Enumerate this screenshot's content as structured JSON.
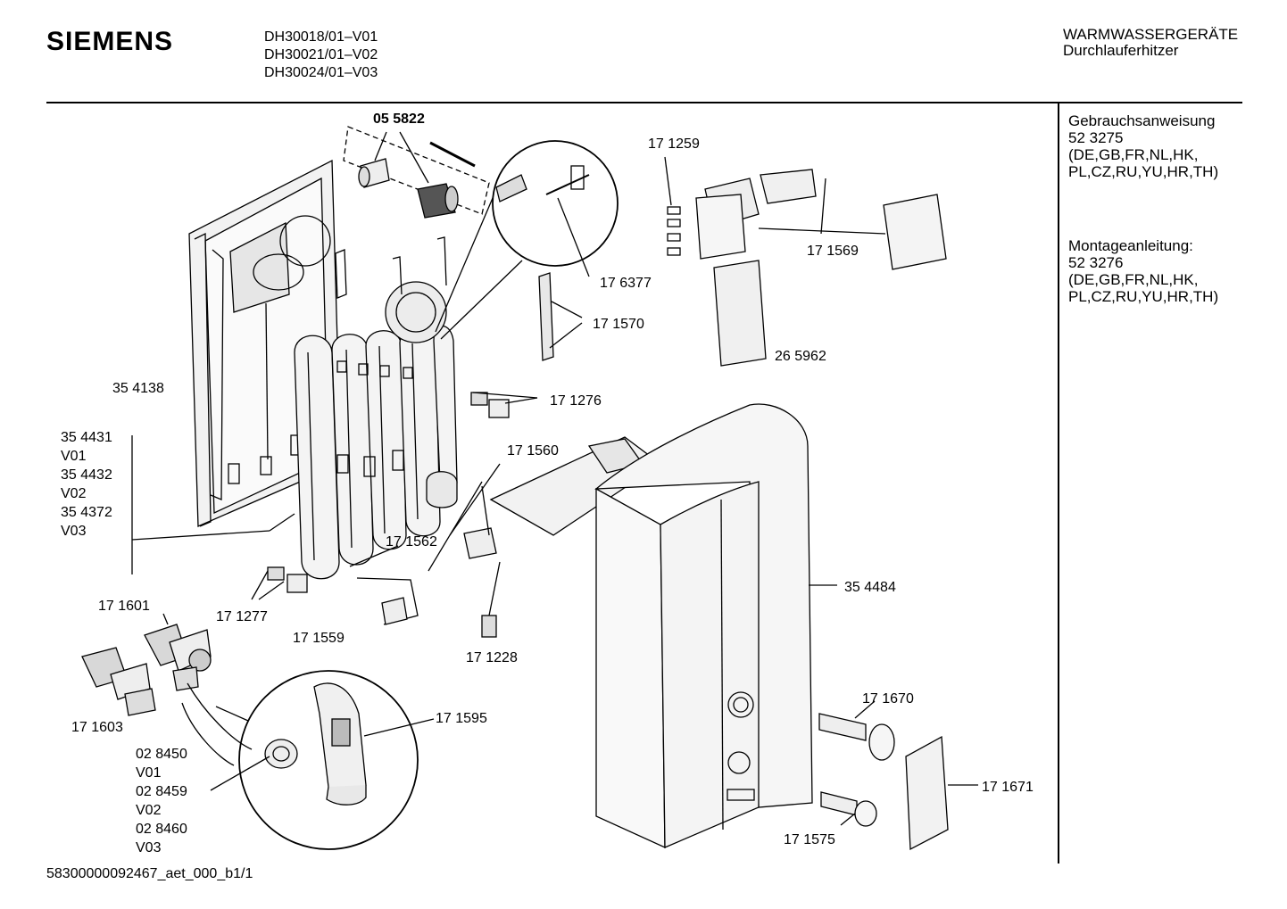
{
  "header": {
    "brand": "SIEMENS",
    "models": [
      "DH30018/01–V01",
      "DH30021/01–V02",
      "DH30024/01–V03"
    ],
    "category": "WARMWASSERGERÄTE",
    "subcategory": "Durchlauferhitzer"
  },
  "sidebar": {
    "manual_title": "Gebrauchsanweisung",
    "manual_number": "52 3275",
    "manual_langs_1": "(DE,GB,FR,NL,HK,",
    "manual_langs_2": "PL,CZ,RU,YU,HR,TH)",
    "install_title": "Montageanleitung:",
    "install_number": "52 3276",
    "install_langs_1": "(DE,GB,FR,NL,HK,",
    "install_langs_2": "PL,CZ,RU,YU,HR,TH)"
  },
  "parts": {
    "p055822": "05 5822",
    "p171259": "17 1259",
    "p176377": "17 6377",
    "p171569": "17 1569",
    "p171570": "17 1570",
    "p265962": "26 5962",
    "p354138": "35 4138",
    "p171276": "17 1276",
    "p171560": "17 1560",
    "p171562": "17 1562",
    "p354484": "35 4484",
    "p171601": "17 1601",
    "p171277": "17 1277",
    "p171559": "17 1559",
    "p171228": "17 1228",
    "p171603": "17 1603",
    "p171595": "17 1595",
    "p171670": "17 1670",
    "p171671": "17 1671",
    "p171575": "17 1575"
  },
  "variant_group_1": [
    "35 4431",
    "V01",
    "35 4432",
    "V02",
    "35 4372",
    "V03"
  ],
  "variant_group_2": [
    "02 8450",
    "V01",
    "02 8459",
    "V02",
    "02 8460",
    "V03"
  ],
  "footer": {
    "doc_id": "58300000092467_aet_000_b1/1"
  }
}
